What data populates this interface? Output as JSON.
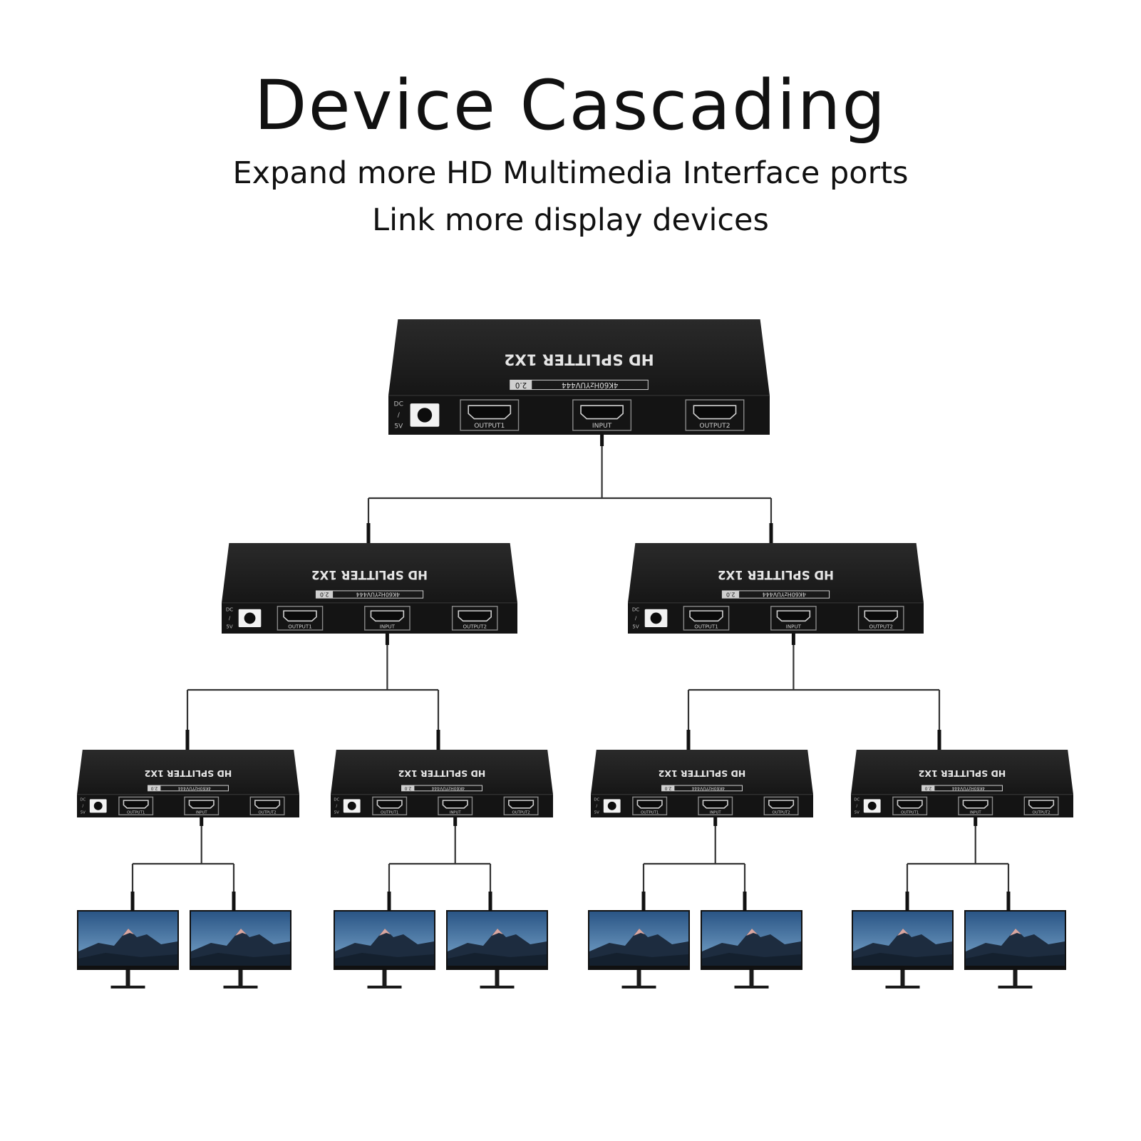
{
  "header": {
    "title": "Device Cascading",
    "subtitle_1": "Expand more HD Multimedia Interface ports",
    "subtitle_2": "Link more display devices"
  },
  "device": {
    "name": "HD SPLITTER  1X2",
    "spec_badge": "2.0",
    "spec_text": "4K60HzYUV444",
    "power_label_1": "DC",
    "power_label_2": "/",
    "power_label_3": "5V",
    "port_labels": [
      "OUTPUT1",
      "INPUT",
      "OUTPUT2"
    ]
  },
  "tree": {
    "levels": [
      1,
      2,
      4
    ],
    "monitors_per_splitter": 2,
    "total_monitors": 8
  },
  "colors": {
    "device_body": "#1c1c1c",
    "device_front": "#141414",
    "cable": "#333333",
    "port_frame": "#8a8a8a",
    "sky_top": "#2f5f8f",
    "sky_bottom": "#6f9cc4"
  }
}
